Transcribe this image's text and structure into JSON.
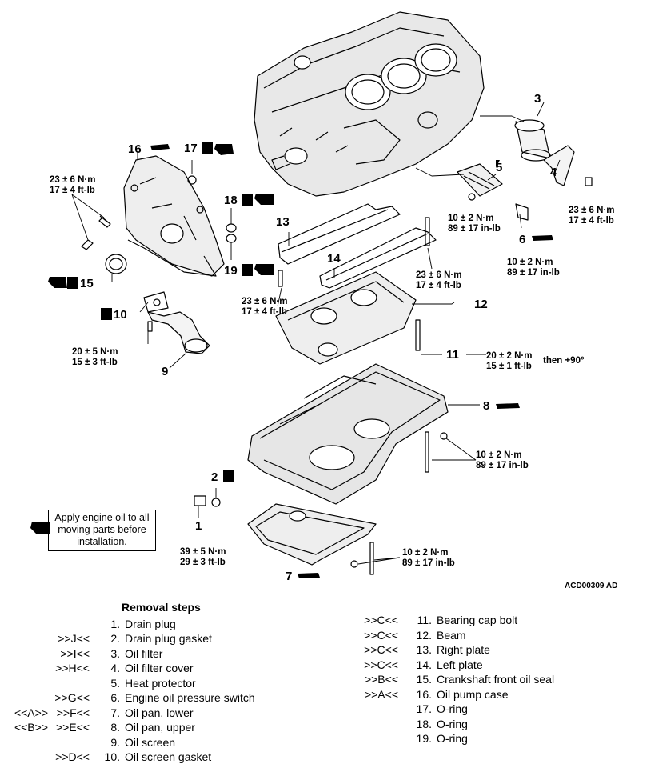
{
  "diagram": {
    "callouts": {
      "c1": "1",
      "c2": "2",
      "c3": "3",
      "c4": "4",
      "c5": "5",
      "c6": "6",
      "c7": "7",
      "c8": "8",
      "c9": "9",
      "c10": "10",
      "c11": "11",
      "c12": "12",
      "c13": "13",
      "c14": "14",
      "c15": "15",
      "c16": "16",
      "c17": "17",
      "c18": "18",
      "c19": "19"
    },
    "new_part_marker": "N",
    "torques": {
      "t_pump_nm": "23 ± 6 N·m",
      "t_pump_ftlb": "17 ± 4 ft-lb",
      "t_filtercover_nm": "23 ± 6 N·m",
      "t_filtercover_ftlb": "17 ± 4 ft-lb",
      "t_protector_nm": "10 ± 2 N·m",
      "t_protector_inlb": "89 ± 17 in-lb",
      "t_switch_nm": "10 ± 2 N·m",
      "t_switch_inlb": "89 ± 17 in-lb",
      "t_plate_nm": "23 ± 6 N·m",
      "t_plate_ftlb": "17 ± 4 ft-lb",
      "t_beam_nm": "23 ± 6 N·m",
      "t_beam_ftlb": "17 ± 4 ft-lb",
      "t_screen_nm": "20 ± 5 N·m",
      "t_screen_ftlb": "15 ± 3 ft-lb",
      "t_cap_nm": "20 ± 2 N·m",
      "t_cap_ftlb": "15 ± 1 ft-lb",
      "t_cap_then": "then +90°",
      "t_upperpan_nm": "10 ± 2 N·m",
      "t_upperpan_inlb": "89 ± 17 in-lb",
      "t_drain_nm": "39 ± 5 N·m",
      "t_drain_ftlb": "29 ± 3 ft-lb",
      "t_lowerpan_nm": "10 ± 2 N·m",
      "t_lowerpan_inlb": "89 ± 17 in-lb"
    },
    "note": "Apply engine oil to all moving parts before installation.",
    "figure_code": "ACD00309 AD"
  },
  "removal": {
    "title": "Removal steps",
    "left_steps": [
      {
        "a": "",
        "b": "",
        "n": "1.",
        "label": "Drain plug"
      },
      {
        "a": "",
        "b": ">>J<<",
        "n": "2.",
        "label": "Drain plug gasket"
      },
      {
        "a": "",
        "b": ">>I<<",
        "n": "3.",
        "label": "Oil filter"
      },
      {
        "a": "",
        "b": ">>H<<",
        "n": "4.",
        "label": "Oil filter cover"
      },
      {
        "a": "",
        "b": "",
        "n": "5.",
        "label": "Heat protector"
      },
      {
        "a": "",
        "b": ">>G<<",
        "n": "6.",
        "label": "Engine oil pressure switch"
      },
      {
        "a": "<<A>>",
        "b": ">>F<<",
        "n": "7.",
        "label": "Oil pan, lower"
      },
      {
        "a": "<<B>>",
        "b": ">>E<<",
        "n": "8.",
        "label": "Oil pan, upper"
      },
      {
        "a": "",
        "b": "",
        "n": "9.",
        "label": "Oil screen"
      },
      {
        "a": "",
        "b": ">>D<<",
        "n": "10.",
        "label": "Oil screen gasket"
      }
    ],
    "right_steps": [
      {
        "b": ">>C<<",
        "n": "11.",
        "label": "Bearing cap bolt"
      },
      {
        "b": ">>C<<",
        "n": "12.",
        "label": "Beam"
      },
      {
        "b": ">>C<<",
        "n": "13.",
        "label": "Right plate"
      },
      {
        "b": ">>C<<",
        "n": "14.",
        "label": "Left plate"
      },
      {
        "b": ">>B<<",
        "n": "15.",
        "label": "Crankshaft front oil seal"
      },
      {
        "b": ">>A<<",
        "n": "16.",
        "label": "Oil pump case"
      },
      {
        "b": "",
        "n": "17.",
        "label": "O-ring"
      },
      {
        "b": "",
        "n": "18.",
        "label": "O-ring"
      },
      {
        "b": "",
        "n": "19.",
        "label": "O-ring"
      }
    ]
  }
}
